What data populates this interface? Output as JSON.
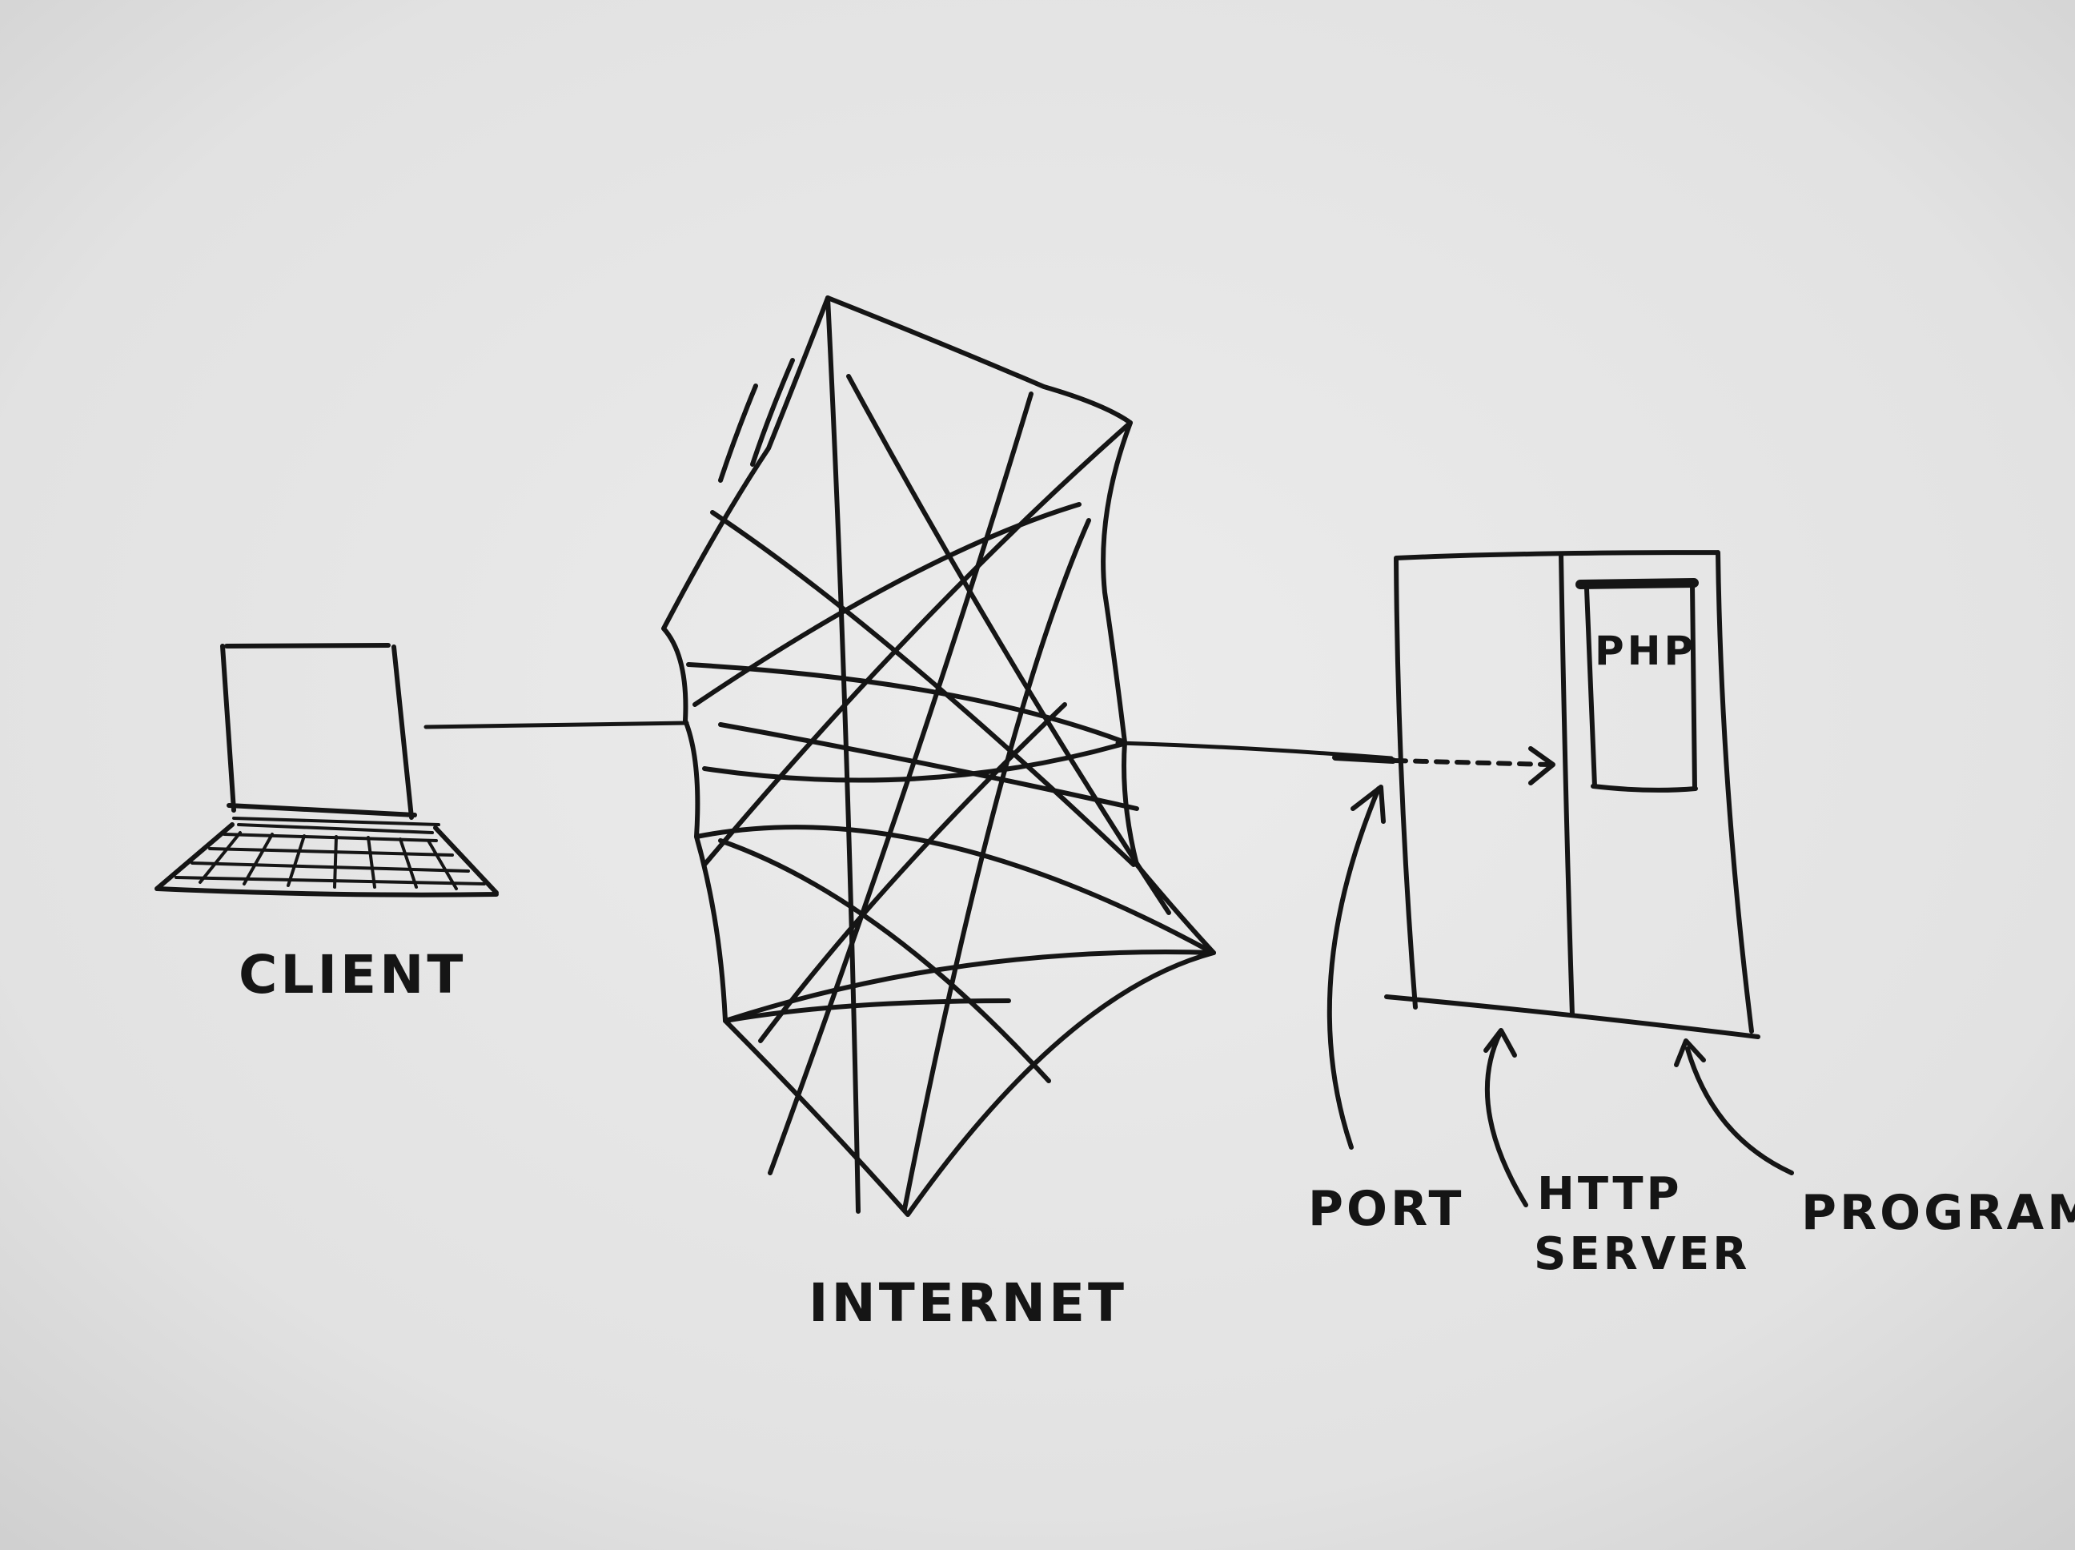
{
  "diagram": {
    "labels": {
      "client": "CLIENT",
      "internet": "INTERNET",
      "port": "PORT",
      "http_server_line1": "HTTP",
      "http_server_line2": "SERVER",
      "program": "PROGRAM",
      "php": "PHP"
    },
    "colors": {
      "ink": "#151515",
      "board": "#e6e6e6"
    }
  }
}
